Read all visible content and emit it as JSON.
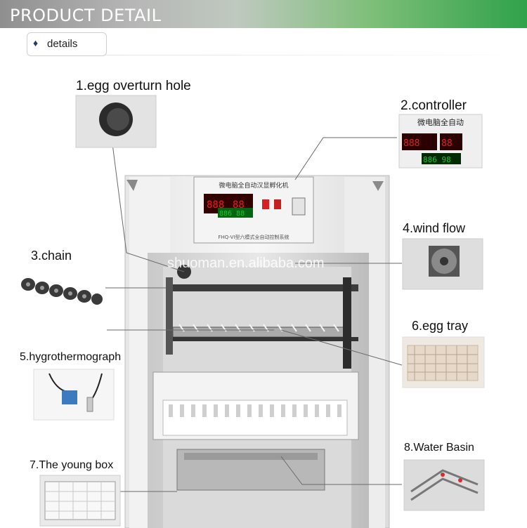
{
  "header": {
    "title": "PRODUCT DETAIL"
  },
  "subheader": {
    "icon": "diamond-icon",
    "label": "details"
  },
  "watermark": "shuoman.en.alibaba.com",
  "parts": [
    {
      "label": "1.egg overturn hole"
    },
    {
      "label": "2.controller"
    },
    {
      "label": "3.chain"
    },
    {
      "label": "4.wind flow"
    },
    {
      "label": "5.hygrothermograph"
    },
    {
      "label": "6.egg tray"
    },
    {
      "label": "7.The young box"
    },
    {
      "label": "8.Water Basin"
    }
  ],
  "controller_panel": {
    "title": "微电脑全自动汉显孵化机",
    "model": "FHQ-VI型六模式全自动控制系统",
    "small_title": "微电脑全自动"
  },
  "colors": {
    "banner_start": "#8f8f8f",
    "banner_end": "#2fa24a",
    "led_red": "#e02020",
    "led_green": "#22c03a"
  }
}
